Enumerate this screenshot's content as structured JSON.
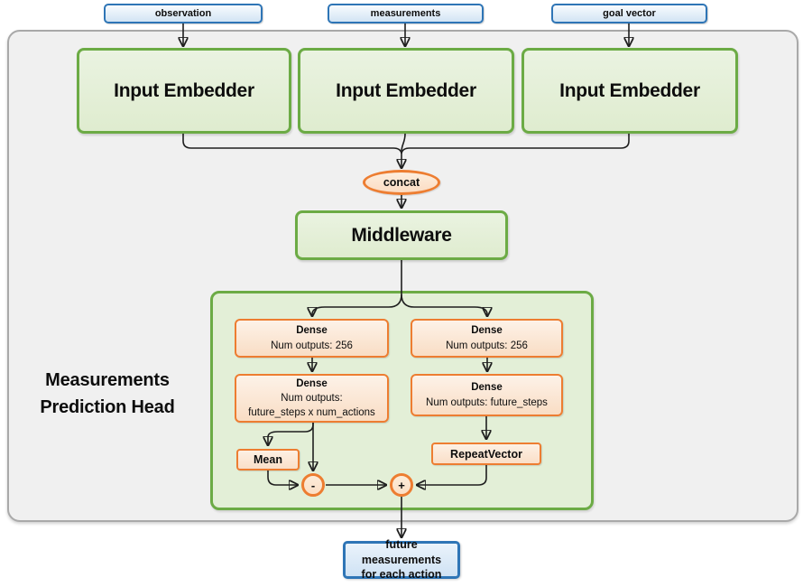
{
  "diagram": {
    "inputs": [
      {
        "label": "observation"
      },
      {
        "label": "measurements"
      },
      {
        "label": "goal vector"
      }
    ],
    "embedders": [
      {
        "label": "Input Embedder"
      },
      {
        "label": "Input Embedder"
      },
      {
        "label": "Input Embedder"
      }
    ],
    "concat_label": "concat",
    "middleware_label": "Middleware",
    "head": {
      "title_line1": "Measurements",
      "title_line2": "Prediction Head",
      "left_branch": {
        "dense1_title": "Dense",
        "dense1_subtitle": "Num outputs: 256",
        "dense2_title": "Dense",
        "dense2_subtitle_line1": "Num outputs:",
        "dense2_subtitle_line2": "future_steps x num_actions",
        "mean_label": "Mean",
        "minus_label": "-"
      },
      "right_branch": {
        "dense1_title": "Dense",
        "dense1_subtitle": "Num outputs: 256",
        "dense2_title": "Dense",
        "dense2_subtitle": "Num outputs: future_steps",
        "repeat_label": "RepeatVector",
        "plus_label": "+"
      }
    },
    "output": {
      "line1": "future measurements",
      "line2": "for each action"
    },
    "colors": {
      "blue_border": "#2E75B6",
      "blue_fill": "#D8E8F6",
      "green_border": "#6CAB45",
      "green_fill": "#E4EFDA",
      "orange_border": "#ED7D31",
      "orange_fill": "#FCE5D2",
      "outer_fill": "#F0F0F0",
      "outer_border": "#A9A9A9",
      "line": "#1F1F1F"
    }
  }
}
